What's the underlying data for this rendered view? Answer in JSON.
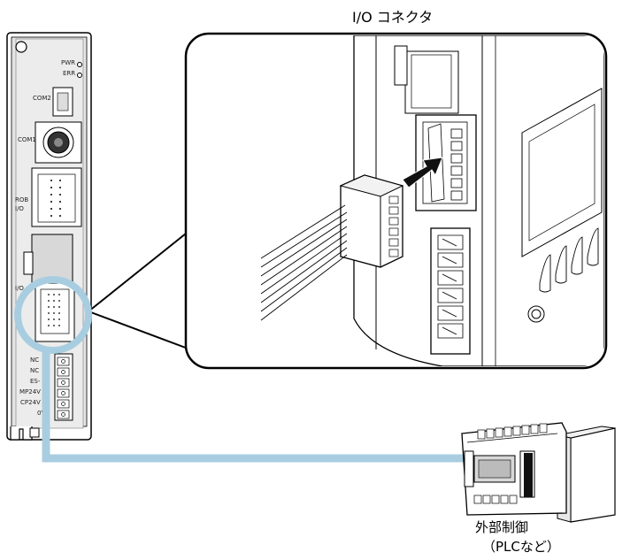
{
  "callout": {
    "title": "I/O コネクタ"
  },
  "controller": {
    "labels": {
      "pwr": "PWR",
      "err": "ERR",
      "com2": "COM2",
      "com1": "COM1",
      "rob": "ROB",
      "rob_io": "I/O",
      "io": "I/O",
      "terminals": [
        "NC",
        "NC",
        "ES-",
        "MP24V",
        "CP24V",
        "0V"
      ]
    }
  },
  "external": {
    "line1": "外部制御",
    "line2": "（PLCなど）"
  },
  "colors": {
    "cable": "#a8cde0",
    "panel_gray": "#d8d8d8",
    "outline": "#000000"
  }
}
